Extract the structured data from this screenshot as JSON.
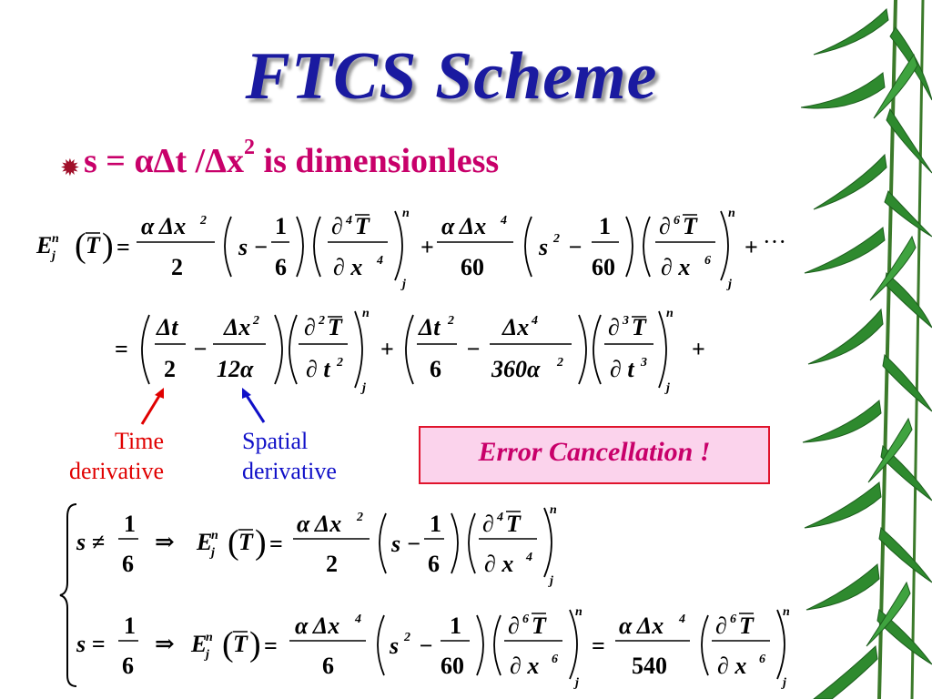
{
  "slide": {
    "title": "FTCS Scheme",
    "bullet_icon": "starburst-bullet-icon",
    "bullet_text_main": "s = αΔt /Δx",
    "bullet_text_sup": "2",
    "bullet_text_tail": " is dimensionless",
    "time_derivative_label": [
      "Time",
      "derivative"
    ],
    "spatial_derivative_label": [
      "Spatial",
      "derivative"
    ],
    "callout_text": "Error Cancellation !",
    "background_decoration": "bamboo-leaves-icon"
  },
  "colors": {
    "title": "#1a1aa0",
    "bullet_text": "#c8006a",
    "time_arrow": "#e00000",
    "spatial_arrow": "#1010c8",
    "callout_border": "#e0142c",
    "callout_fill": "#fbd3ec",
    "bamboo_leaf": "#2e8a2e"
  }
}
